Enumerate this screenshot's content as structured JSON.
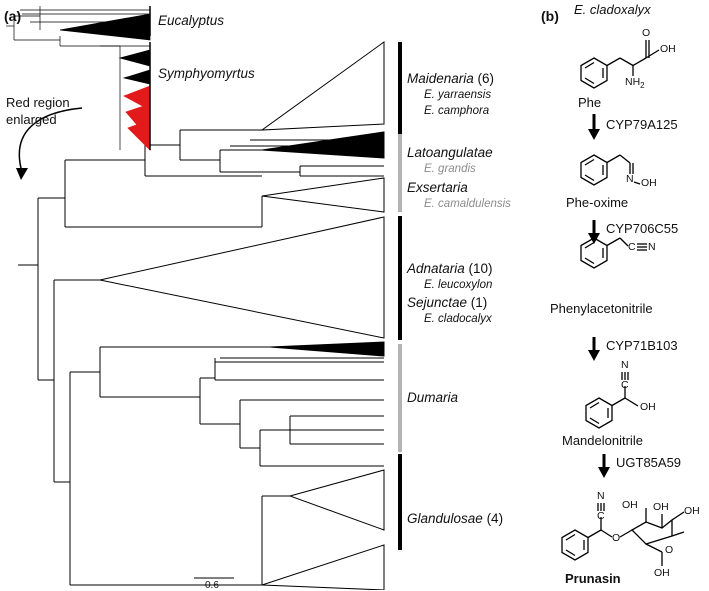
{
  "panel_a": {
    "label": "(a)",
    "inset": {
      "clade_eucalyptus": "Eucalyptus",
      "clade_symphyomyrtus": "Symphyomyrtus",
      "note": "Red region enlarged"
    },
    "clades": {
      "maidenaria": {
        "name": "Maidenaria",
        "count": " (6)",
        "species": [
          "E. yarraensis",
          "E. camphora"
        ]
      },
      "latoangulatae": {
        "name": "Latoangulatae",
        "species": "E. grandis"
      },
      "exsertaria": {
        "name": "Exsertaria",
        "species": "E. camaldulensis"
      },
      "adnataria": {
        "name": "Adnataria",
        "count": " (10)",
        "species": "E. leucoxylon"
      },
      "sejunctae": {
        "name": "Sejunctae",
        "count": " (1)",
        "species": "E. cladocalyx"
      },
      "dumaria": {
        "name": "Dumaria"
      },
      "glandulosae": {
        "name": "Glandulosae",
        "count": " (4)"
      }
    },
    "scale_bar": "0.6",
    "colors": {
      "tree": "#000000",
      "grey_bar": "#b3b3b3",
      "highlight": "#e31a1c"
    }
  },
  "panel_b": {
    "label": "(b)",
    "species": "E. cladoxalyx",
    "compounds": [
      "Phe",
      "Phe-oxime",
      "Phenylacetonitrile",
      "Mandelonitrile",
      "Prunasin"
    ],
    "enzymes": [
      "CYP79A125",
      "CYP706C55",
      "CYP71B103",
      "UGT85A59"
    ],
    "atoms": {
      "oh": "OH",
      "o": "O",
      "nh2": "NH",
      "nh2_sub": "2",
      "n_oxime": "N",
      "ho_oxime": "OH",
      "n": "N",
      "c": "C",
      "ring_o": "O",
      "link_o": "O"
    }
  }
}
